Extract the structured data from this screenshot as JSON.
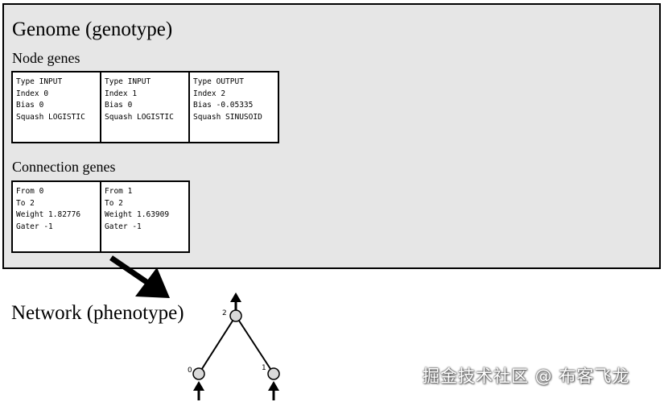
{
  "genome": {
    "title": "Genome (genotype)",
    "node_genes_label": "Node genes",
    "connection_genes_label": "Connection genes",
    "node_genes": [
      {
        "type": "Type INPUT",
        "index": "Index 0",
        "bias": "Bias 0",
        "squash": "Squash LOGISTIC"
      },
      {
        "type": "Type INPUT",
        "index": "Index 1",
        "bias": "Bias 0",
        "squash": "Squash LOGISTIC"
      },
      {
        "type": "Type OUTPUT",
        "index": "Index 2",
        "bias": "Bias -0.05335",
        "squash": "Squash SINUSOID"
      }
    ],
    "connection_genes": [
      {
        "from": "From 0",
        "to": "To 2",
        "weight": "Weight 1.82776",
        "gater": "Gater -1"
      },
      {
        "from": "From 1",
        "to": "To 2",
        "weight": "Weight 1.63909",
        "gater": "Gater -1"
      }
    ]
  },
  "network": {
    "title": "Network (phenotype)",
    "nodes": [
      {
        "label": "0"
      },
      {
        "label": "1"
      },
      {
        "label": "2"
      }
    ]
  },
  "watermark": "掘金技术社区 @ 布客飞龙"
}
